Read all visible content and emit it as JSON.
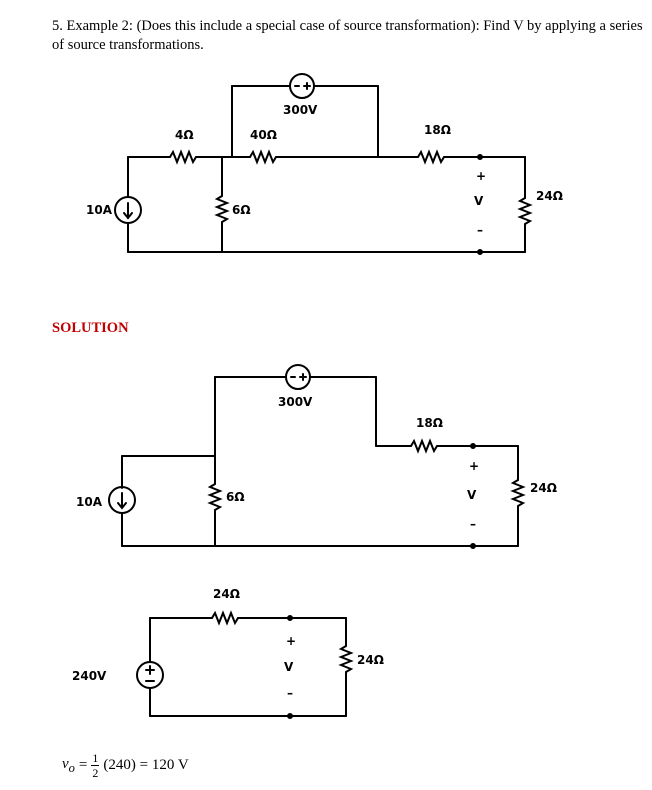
{
  "problem": {
    "text": "5. Example 2: (Does this include a special case of source transformation): Find V by applying a series of source transformations."
  },
  "solution": {
    "heading": "SOLUTION"
  },
  "circuit1": {
    "current_source": "10A",
    "r1": "4Ω",
    "r2": "40Ω",
    "voltage_source": "300V",
    "r3": "6Ω",
    "r4": "18Ω",
    "r5": "24Ω",
    "v_plus": "+",
    "v_label": "V",
    "v_minus": "–"
  },
  "circuit2": {
    "current_source": "10A",
    "voltage_source": "300V",
    "r3": "6Ω",
    "r4": "18Ω",
    "r5": "24Ω",
    "v_plus": "+",
    "v_label": "V",
    "v_minus": "–"
  },
  "circuit3": {
    "voltage_source": "240V",
    "r_series": "24Ω",
    "r_load": "24Ω",
    "v_plus": "+",
    "v_label": "V",
    "v_minus": "–"
  },
  "result": {
    "lhs": "v",
    "lhs_sub": "o",
    "equals": "=",
    "num": "1",
    "den": "2",
    "rest": "(240) = 120 V"
  }
}
